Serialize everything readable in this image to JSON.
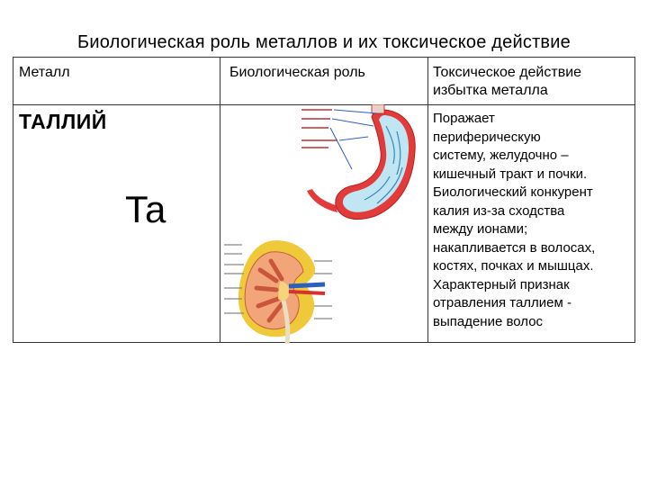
{
  "slide": {
    "title": "Биологическая роль металлов и их токсическое действие"
  },
  "table": {
    "headers": {
      "metal": "Металл",
      "role": "Биологическая роль",
      "toxic": "Токсическое действие\nизбытка металла"
    },
    "row": {
      "metal_name": "ТАЛЛИЙ",
      "symbol": "Ta",
      "toxic_effect": "Поражает\nпериферическую\nсистему, желудочно –\nкишечный тракт и почки.\nБиологический конкурент\nкалия из-за сходства\nмежду ионами;\nнакапливается в волосах,\nкостях, почках и мышцах.\nХарактерный признак\nотравления таллием  -\nвыпадение волос"
    }
  },
  "colors": {
    "stomach_wall": "#e23b3b",
    "stomach_inner": "#bfe6f2",
    "kidney_flesh": "#f3a57a",
    "fat": "#f0c93a",
    "vessel_blue": "#2d5fbf"
  },
  "images": {
    "stomach": "stomach-illustration",
    "kidney": "kidney-illustration"
  }
}
